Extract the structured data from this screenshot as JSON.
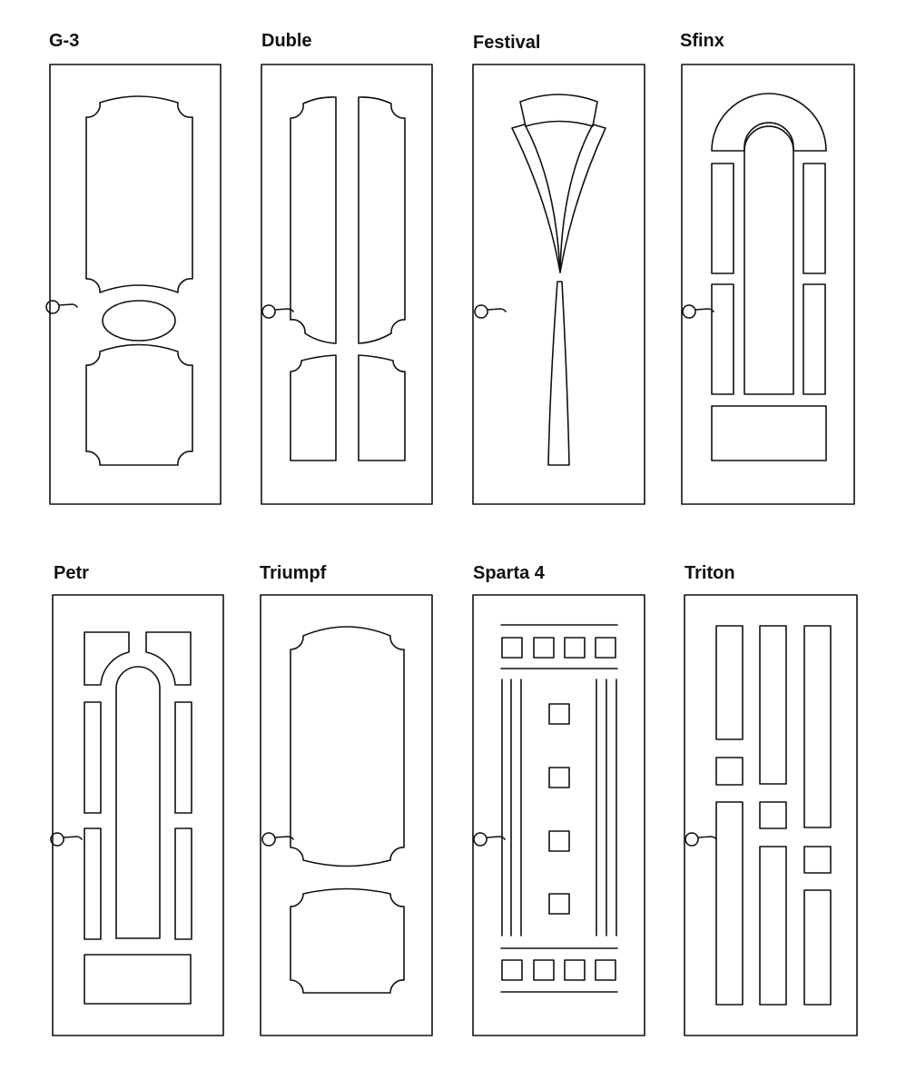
{
  "doors": [
    {
      "name": "G-3"
    },
    {
      "name": "Duble"
    },
    {
      "name": "Festival"
    },
    {
      "name": "Sfinx"
    },
    {
      "name": "Petr"
    },
    {
      "name": "Triumpf"
    },
    {
      "name": "Sparta 4"
    },
    {
      "name": "Triton"
    }
  ],
  "colors": {
    "line": "#111111",
    "background": "#ffffff"
  }
}
